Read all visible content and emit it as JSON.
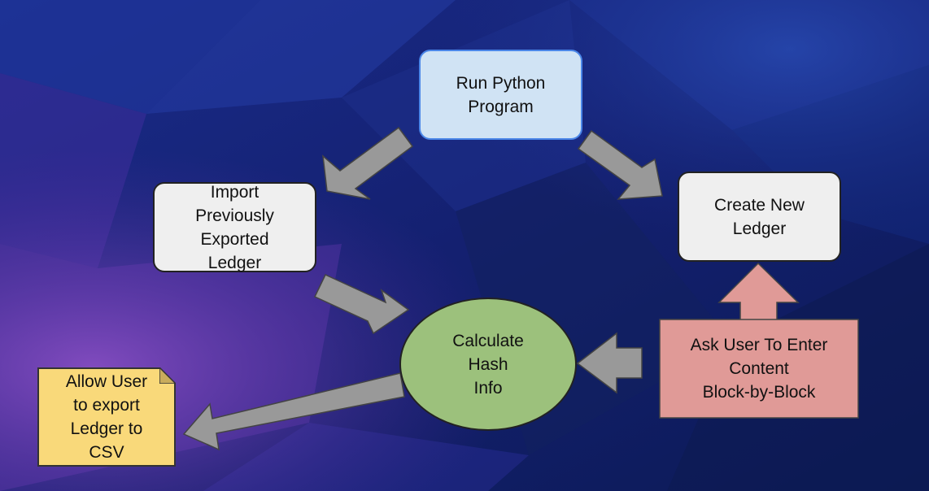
{
  "nodes": {
    "run_program": "Run Python\nProgram",
    "import_ledger": "Import\nPreviously\nExported\nLedger",
    "create_ledger": "Create New\nLedger",
    "calculate_hash": "Calculate\nHash\nInfo",
    "ask_user": "Ask User To  Enter\nContent\nBlock-by-Block",
    "export_csv": "Allow User\nto export\nLedger to\nCSV"
  },
  "colors": {
    "run_fill": "#d0e3f4",
    "run_border": "#4a86e8",
    "box_fill": "#efefef",
    "hash_fill": "#9cc17c",
    "ask_fill": "#e09a97",
    "export_fill": "#f9d97a",
    "arrow_fill": "#999999"
  }
}
